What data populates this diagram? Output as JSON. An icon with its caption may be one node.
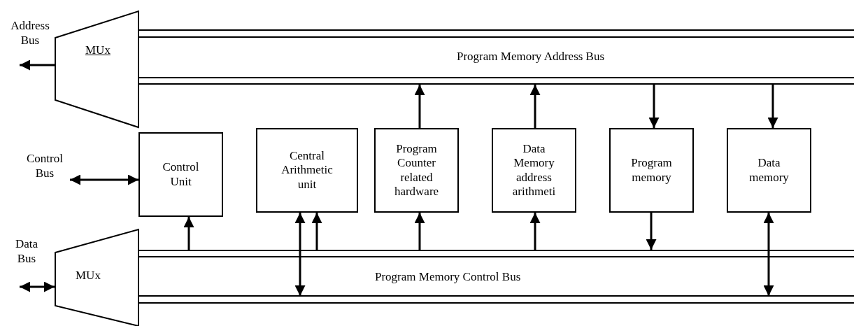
{
  "diagram": {
    "nodes": [
      {
        "text": [
          "MUx"
        ]
      },
      {
        "text": [
          "Program Memory Address Bus"
        ]
      },
      {
        "text": [
          "Control Bus"
        ]
      },
      {
        "text": [
          "Control Unit"
        ]
      },
      {
        "text": [
          "Central Arithmetic unit"
        ]
      },
      {
        "text": [
          "Program Counter related hardware"
        ]
      },
      {
        "text": [
          "Data Memory address arithmeti"
        ]
      },
      {
        "text": [
          "Program memory"
        ]
      },
      {
        "text": [
          "Data memory"
        ]
      },
      {
        "text": [
          "MUx"
        ]
      },
      {
        "text": [
          "Program Memory Control Bus"
        ]
      }
    ],
    "edges": [
      {
        "from": 0,
        "to": null,
        "arrow": "to"
      },
      {
        "from": 2,
        "to": 3,
        "arrow": "both"
      },
      {
        "from": 10,
        "to": 3,
        "arrow": "to"
      },
      {
        "from": 10,
        "to": 4,
        "arrow": "both"
      },
      {
        "from": 10,
        "to": 4,
        "arrow": "to"
      },
      {
        "from": 5,
        "to": 1,
        "arrow": "to"
      },
      {
        "from": 10,
        "to": 5,
        "arrow": "to"
      },
      {
        "from": 6,
        "to": 1,
        "arrow": "to"
      },
      {
        "from": 10,
        "to": 6,
        "arrow": "to"
      },
      {
        "from": 1,
        "to": 7,
        "arrow": "to"
      },
      {
        "from": 7,
        "to": 10,
        "arrow": "to"
      },
      {
        "from": 1,
        "to": 8,
        "arrow": "to"
      },
      {
        "from": 10,
        "to": 8,
        "arrow": "both"
      },
      {
        "from": null,
        "to": 9,
        "arrow": "both"
      }
    ],
    "labels": [
      "Address Bus",
      "Data Bus"
    ]
  }
}
